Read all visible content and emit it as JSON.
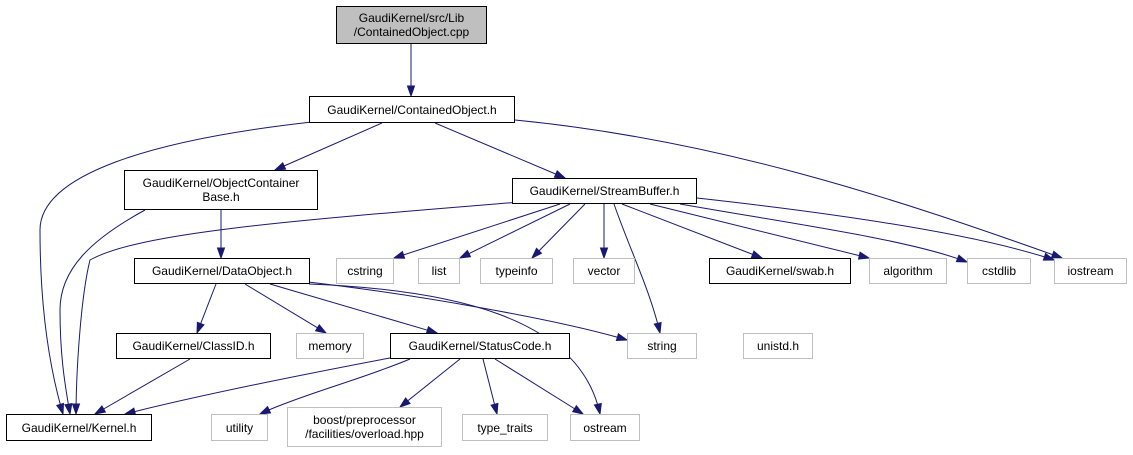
{
  "colors": {
    "edge": "#191970",
    "node_border": "#000000",
    "external_border": "#bfbfbf",
    "root_fill": "#bfbfbf"
  },
  "nodes": {
    "root": {
      "line1": "GaudiKernel/src/Lib",
      "line2": "/ContainedObject.cpp"
    },
    "contained_object_h": {
      "line1": "GaudiKernel/ContainedObject.h"
    },
    "object_container_base_h": {
      "line1": "GaudiKernel/ObjectContainer",
      "line2": "Base.h"
    },
    "stream_buffer_h": {
      "line1": "GaudiKernel/StreamBuffer.h"
    },
    "data_object_h": {
      "line1": "GaudiKernel/DataObject.h"
    },
    "cstring": {
      "line1": "cstring"
    },
    "list": {
      "line1": "list"
    },
    "typeinfo": {
      "line1": "typeinfo"
    },
    "vector": {
      "line1": "vector"
    },
    "swab_h": {
      "line1": "GaudiKernel/swab.h"
    },
    "algorithm": {
      "line1": "algorithm"
    },
    "cstdlib": {
      "line1": "cstdlib"
    },
    "iostream": {
      "line1": "iostream"
    },
    "class_id_h": {
      "line1": "GaudiKernel/ClassID.h"
    },
    "memory": {
      "line1": "memory"
    },
    "status_code_h": {
      "line1": "GaudiKernel/StatusCode.h"
    },
    "string": {
      "line1": "string"
    },
    "unistd_h": {
      "line1": "unistd.h"
    },
    "kernel_h": {
      "line1": "GaudiKernel/Kernel.h"
    },
    "utility": {
      "line1": "utility"
    },
    "boost_overload": {
      "line1": "boost/preprocessor",
      "line2": "/facilities/overload.hpp"
    },
    "type_traits": {
      "line1": "type_traits"
    },
    "ostream": {
      "line1": "ostream"
    }
  }
}
